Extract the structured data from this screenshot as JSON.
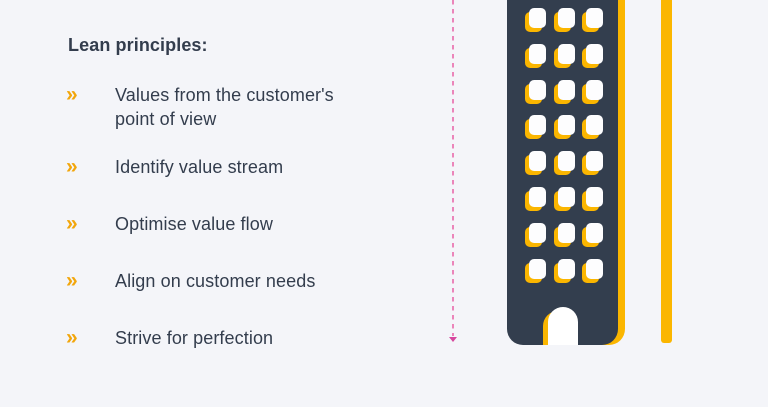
{
  "content": {
    "heading": "Lean principles:",
    "bullet_symbol": "»",
    "items": [
      "Values from the customer's point of view",
      "Identify value stream",
      "Optimise value flow",
      "Align on customer needs",
      "Strive for perfection"
    ]
  },
  "illustration": {
    "window_rows": 8,
    "window_cols": 3
  },
  "colors": {
    "background": "#f4f5f9",
    "text": "#333d4d",
    "bullet_amber": "#f2a60c",
    "accent_yellow": "#fbb600",
    "building": "#333e4e",
    "window_white": "#fdfdfe",
    "dashed_line_pink": "#eb85ba",
    "arrow_magenta": "#d6479e"
  }
}
